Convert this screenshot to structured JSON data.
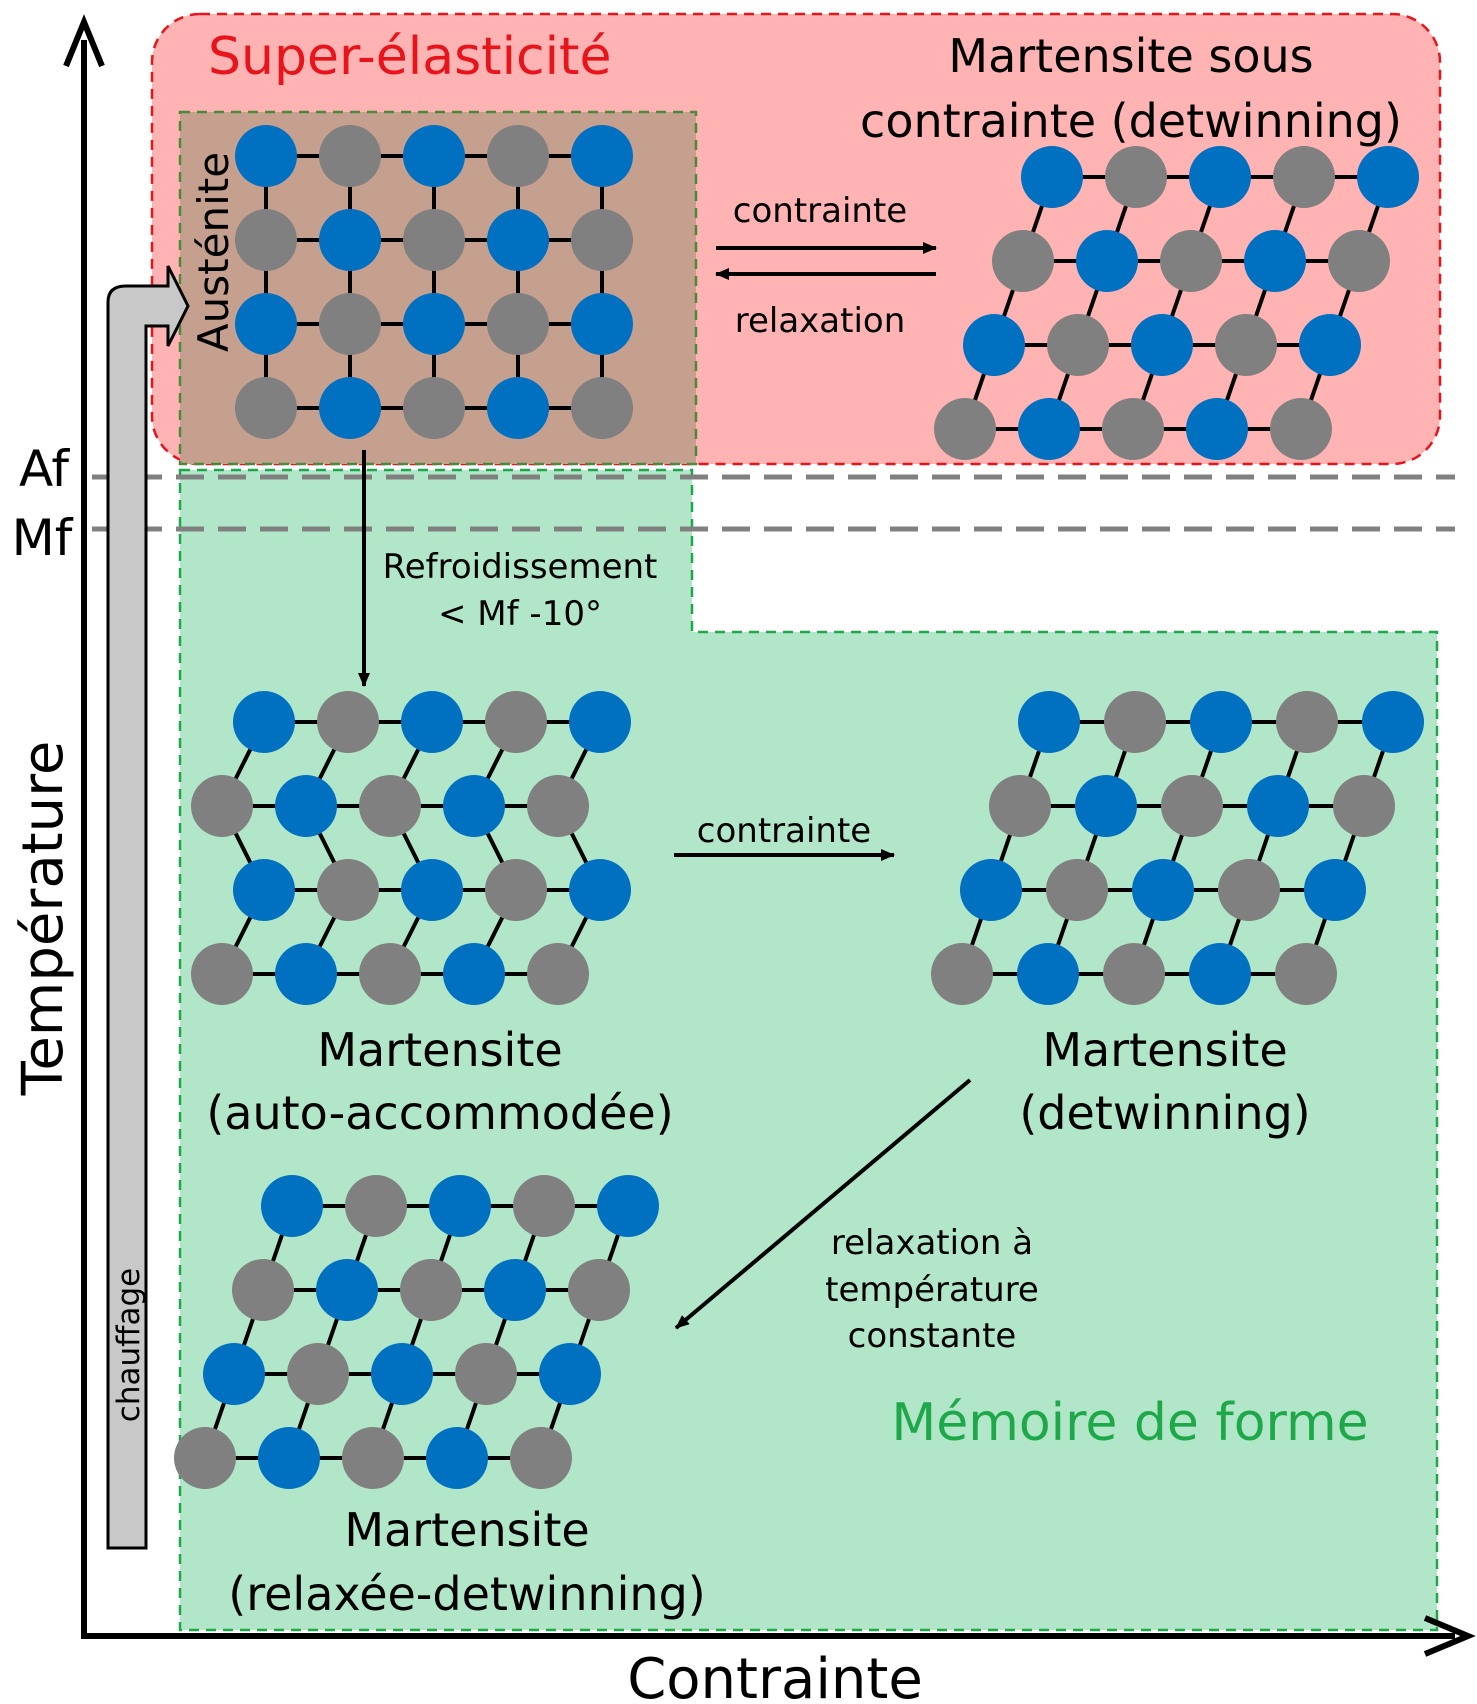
{
  "axes": {
    "y_label": "Température",
    "x_label": "Contrainte",
    "af_label": "Af",
    "mf_label": "Mf"
  },
  "regions": {
    "super_elasticity": {
      "title": "Super-élasticité",
      "color": "#e8141b",
      "fill": "#ffb3b3"
    },
    "shape_memory": {
      "title": "Mémoire de forme",
      "color": "#1fa84a",
      "fill": "#b2e6c9"
    },
    "austenite_box": {
      "fill": "#c6a08f",
      "border": "#4a8a3a"
    }
  },
  "states": {
    "austenite": {
      "label": "Austénite"
    },
    "stressed_martensite": {
      "line1": "Martensite sous",
      "line2": "contrainte (detwinning)"
    },
    "self_accommodated": {
      "line1": "Martensite",
      "line2": "(auto-accommodée)"
    },
    "detwinned": {
      "line1": "Martensite",
      "line2": "(detwinning)"
    },
    "relaxed_detwinned": {
      "line1": "Martensite",
      "line2": "(relaxée-detwinning)"
    }
  },
  "transitions": {
    "stress_top": "contrainte",
    "relax_top": "relaxation",
    "cooling_line1": "Refroidissement",
    "cooling_line2": "< Mf -10°",
    "stress_mid": "contrainte",
    "relax_const_line1": "relaxation à",
    "relax_const_line2": "température",
    "relax_const_line3": "constante",
    "heating": "chauffage"
  },
  "atom_colors": {
    "blue": "#0070c0",
    "gray": "#808080"
  }
}
